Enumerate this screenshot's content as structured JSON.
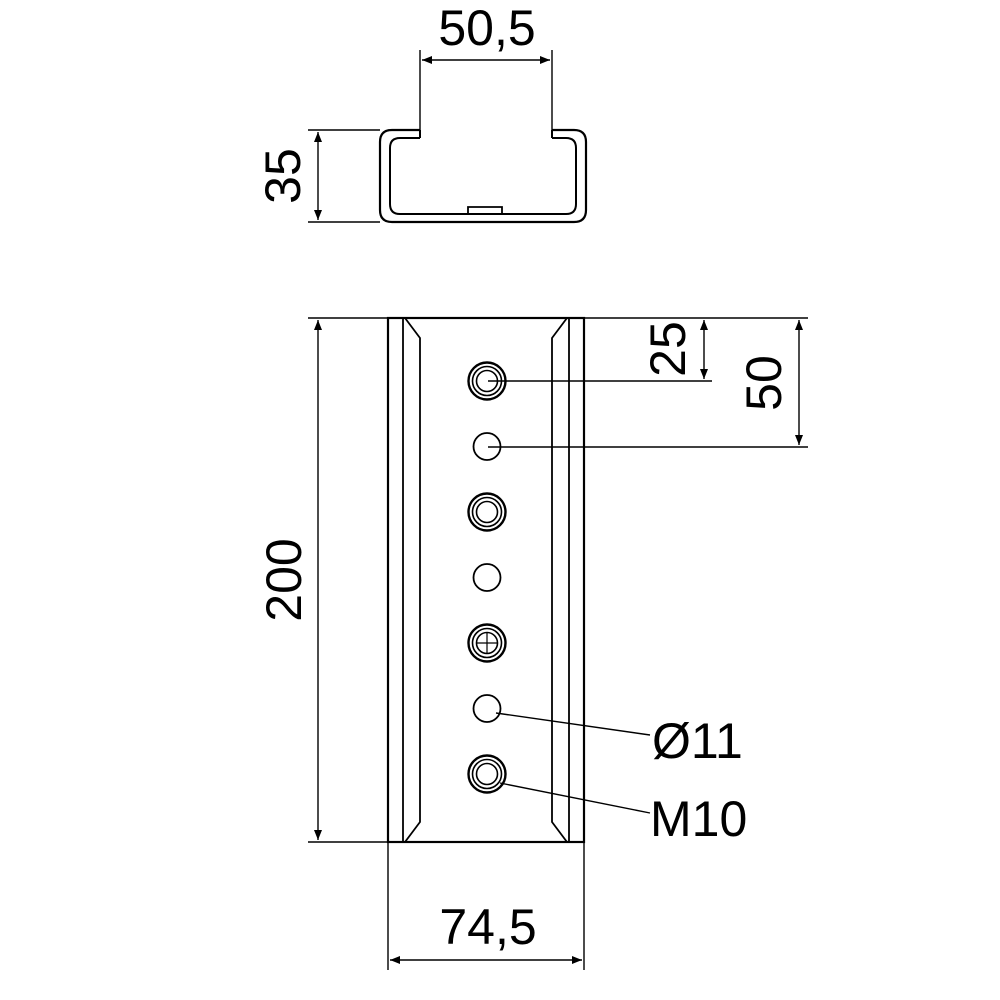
{
  "colors": {
    "line": "#000000",
    "background": "#ffffff"
  },
  "top_view": {
    "width_label": "50,5",
    "height_label": "35"
  },
  "front_view": {
    "height_label": "200",
    "width_label": "74,5",
    "first_hole_offset_label": "25",
    "second_hole_offset_label": "50",
    "hole_diameter_label": "Ø11",
    "thread_label": "M10",
    "holes": [
      {
        "kind": "thread"
      },
      {
        "kind": "plain"
      },
      {
        "kind": "thread"
      },
      {
        "kind": "plain"
      },
      {
        "kind": "thread-cross"
      },
      {
        "kind": "plain"
      },
      {
        "kind": "thread"
      }
    ]
  }
}
